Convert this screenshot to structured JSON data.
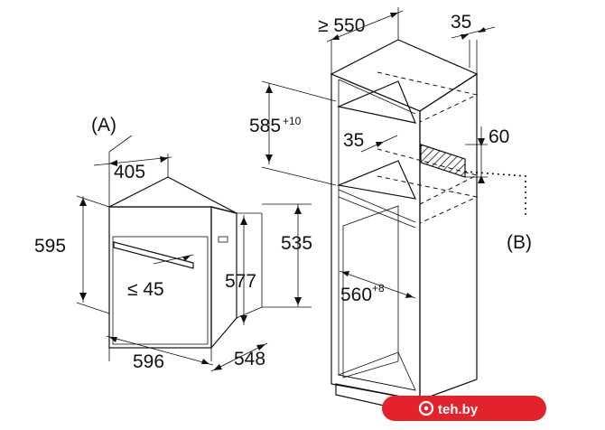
{
  "labels": {
    "callout_a": "(A)",
    "callout_b": "(B)",
    "oven_depth_top": "405",
    "oven_height": "595",
    "oven_clearance": "≤ 45",
    "oven_inner_height": "577",
    "oven_width": "596",
    "oven_body_depth": "548",
    "oven_body_height": "535",
    "niche_height": "585",
    "niche_height_tolerance": "+10",
    "cabinet_depth": "≥ 550",
    "cabinet_wall": "35",
    "vent_offset": "35",
    "vent_height": "60",
    "niche_width": "560",
    "niche_width_tolerance": "+8"
  },
  "watermark": {
    "text": "teh.by",
    "color": "#e3232b"
  }
}
